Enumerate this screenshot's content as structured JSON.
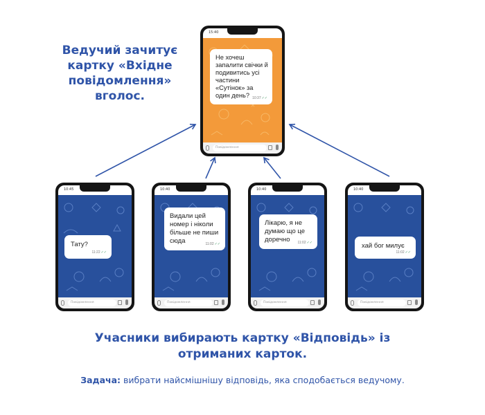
{
  "headings": {
    "host": "Ведучий зачитує картку «Вхідне повідомлення» вголос.",
    "players": "Учасники вибирають картку «Відповідь» із отриманих карток.",
    "task_label": "Задача:",
    "task_text": " вибрати найсмішнішу відповідь, яка сподобається ведучому."
  },
  "input_placeholder": "Повідомлення",
  "colors": {
    "heading": "#2f54a8",
    "incoming_bg": "#f39a3a",
    "reply_bg": "#28509c",
    "phone_frame": "#151515"
  },
  "incoming_card": {
    "status_time": "15:40",
    "message": "Не хочеш запалити свічки й подивитись усі частини «Сутінок» за один день?",
    "time": "10:37"
  },
  "reply_cards": [
    {
      "status_time": "10:45",
      "message": "Тату?",
      "time": "11:22"
    },
    {
      "status_time": "10:40",
      "message": "Видали цей номер і ніколи більше не пиши сюда",
      "time": "11:02"
    },
    {
      "status_time": "10:40",
      "message": "Лікарю, я не думаю що це доречно",
      "time": "11:02"
    },
    {
      "status_time": "10:40",
      "message": "хай бог милує",
      "time": "11:02"
    }
  ]
}
